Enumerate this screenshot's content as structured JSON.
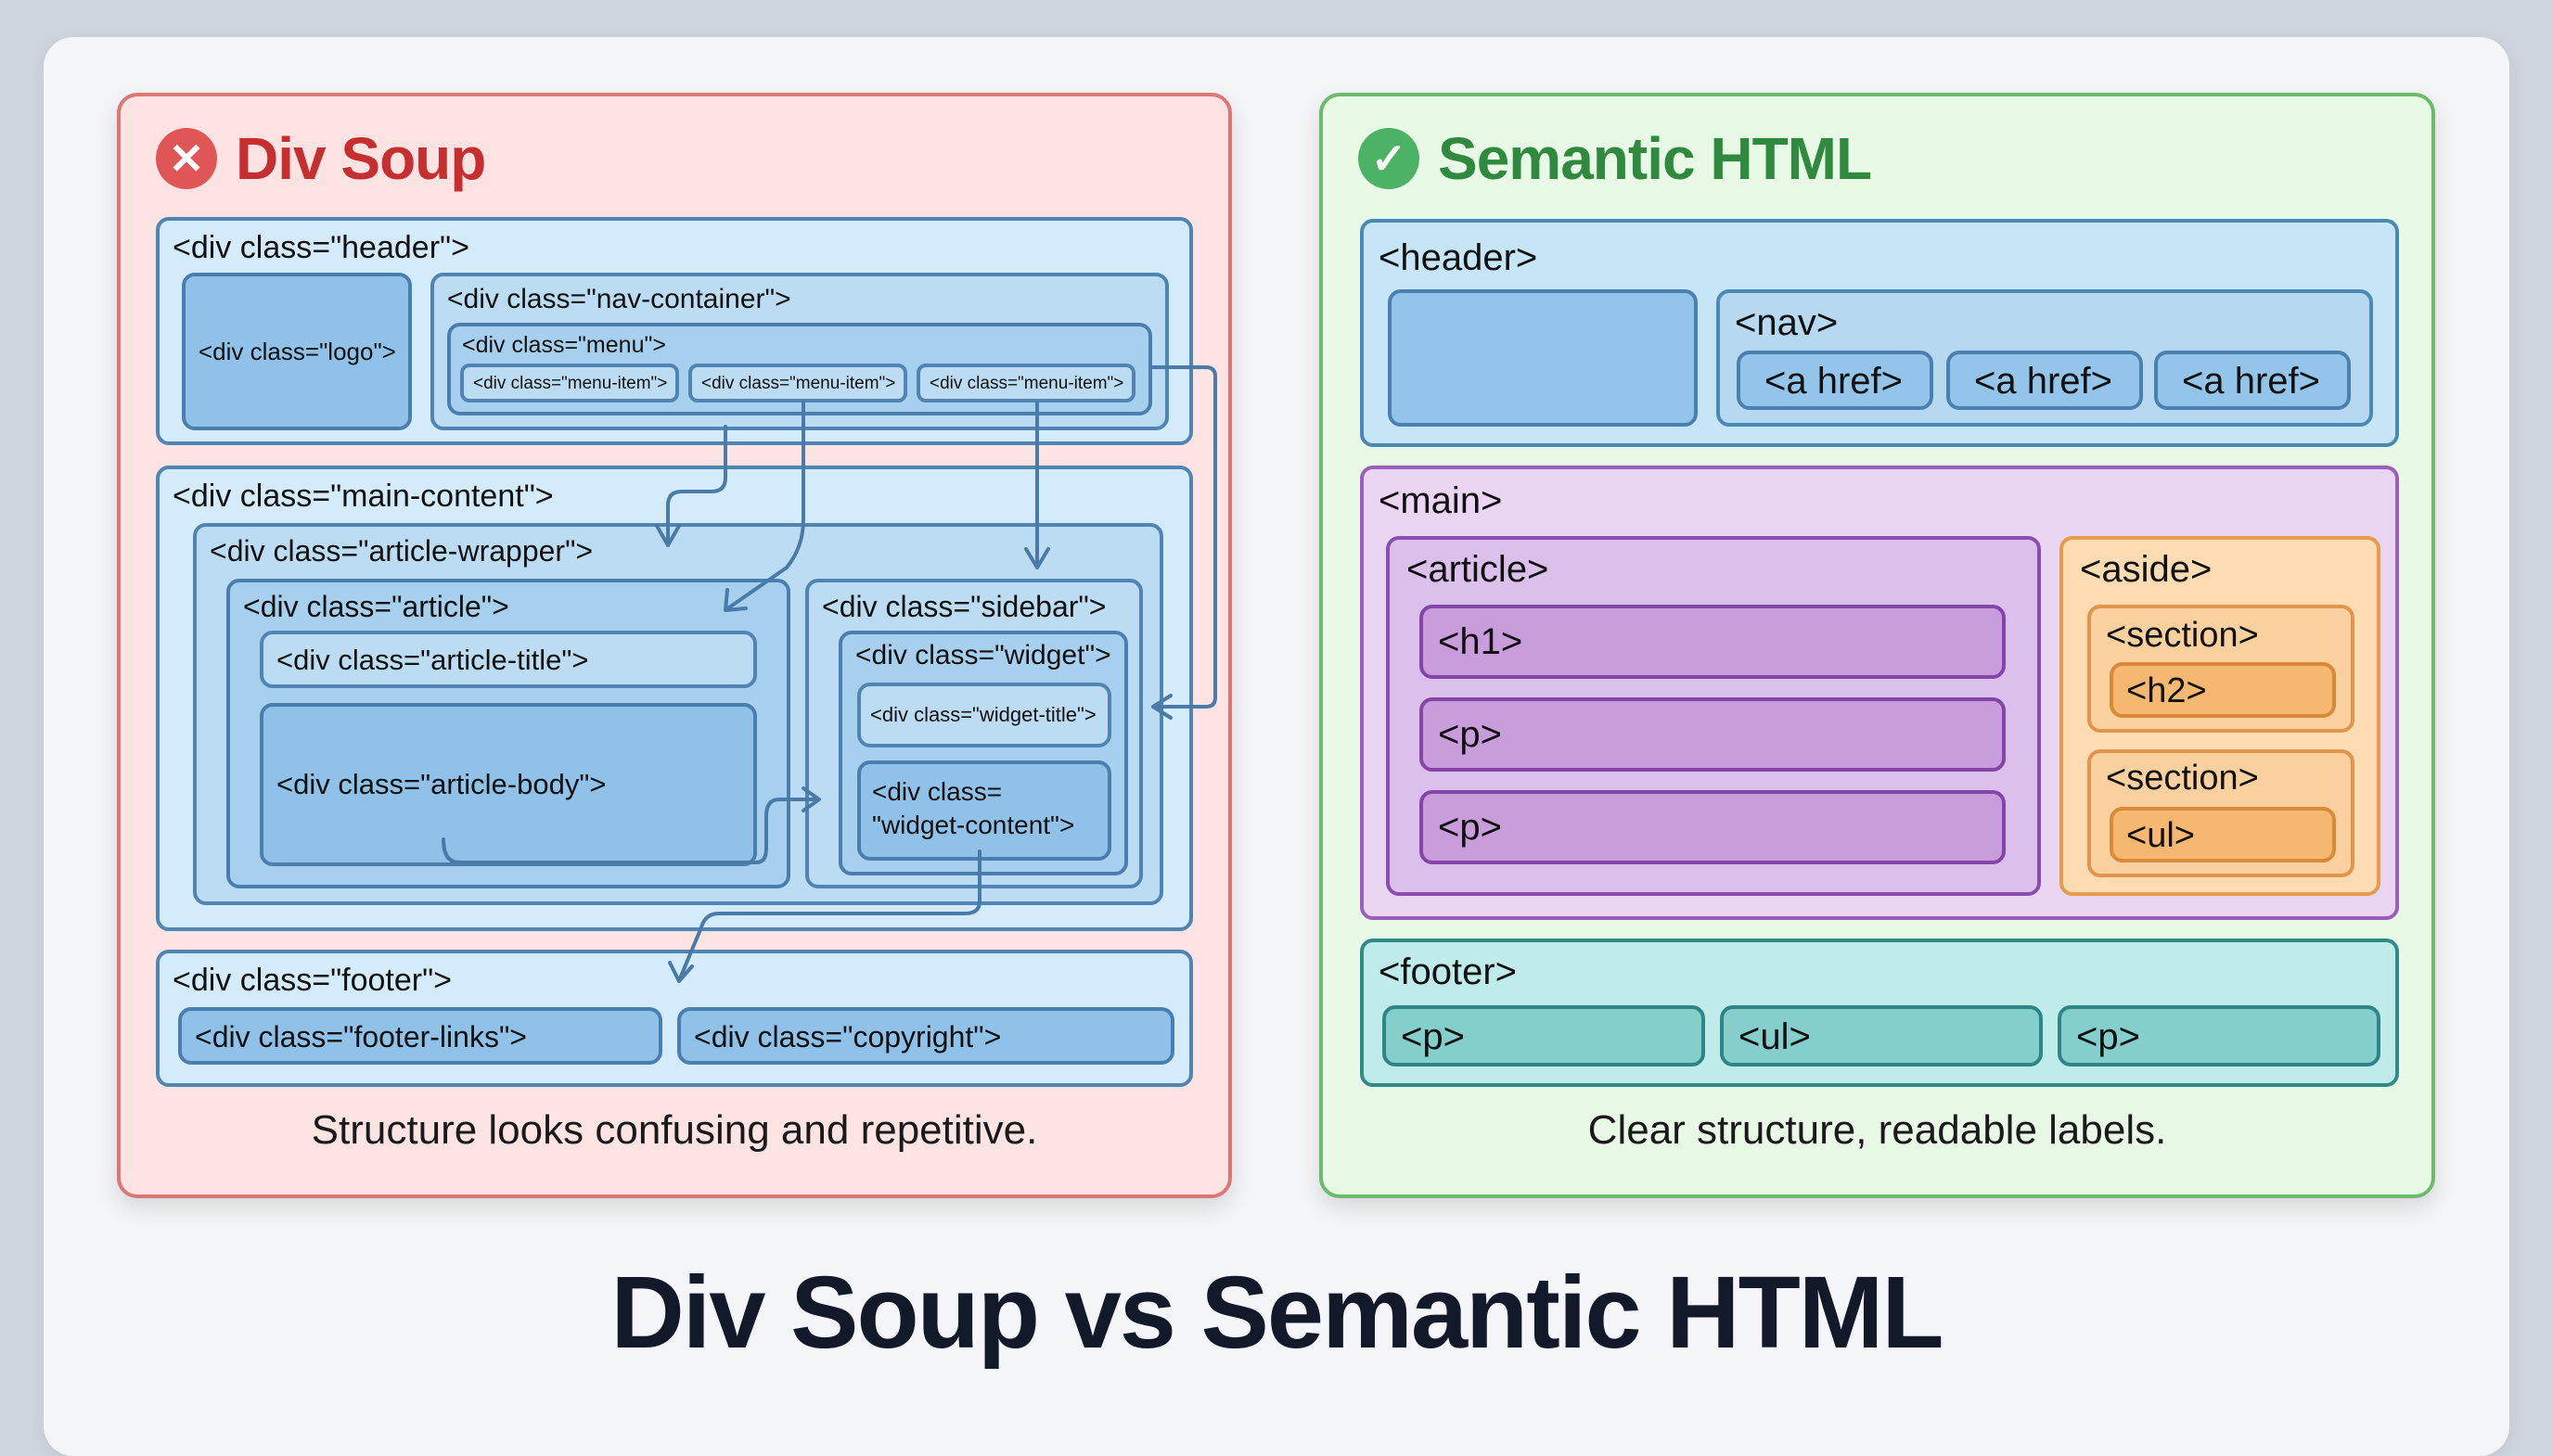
{
  "title": "Div Soup vs Semantic HTML",
  "colors": {
    "bad_accent": "#c72e30",
    "good_accent": "#2f8a3f",
    "div_blue": "#8fc1e9",
    "semantic_purple": "#c99ddc",
    "semantic_orange": "#f6b870",
    "semantic_teal": "#84cfcb"
  },
  "div_soup": {
    "heading": "Div Soup",
    "icon": "x-circle-icon",
    "caption": "Structure looks confusing and repetitive.",
    "header": "<div class=\"header\">",
    "logo": "<div class=\"logo\">",
    "nav_container": "<div class=\"nav-container\">",
    "menu": "<div class=\"menu\">",
    "menu_items": [
      "<div class=\"menu-item\">",
      "<div class=\"menu-item\">",
      "<div class=\"menu-item\">"
    ],
    "main_content": "<div class=\"main-content\">",
    "article_wrapper": "<div class=\"article-wrapper\">",
    "article": "<div class=\"article\">",
    "article_title": "<div class=\"article-title\">",
    "article_body": "<div class=\"article-body\">",
    "sidebar": "<div class=\"sidebar\">",
    "widget": "<div class=\"widget\">",
    "widget_title": "<div class=\"widget-title\">",
    "widget_content_line1": "<div class=",
    "widget_content_line2": "\"widget-content\">",
    "footer": "<div class=\"footer\">",
    "footer_links": "<div class=\"footer-links\">",
    "copyright": "<div class=\"copyright\">"
  },
  "semantic": {
    "heading": "Semantic HTML",
    "icon": "check-circle-icon",
    "caption": "Clear structure, readable labels.",
    "header": "<header>",
    "nav": "<nav>",
    "links": [
      "<a href>",
      "<a href>",
      "<a href>"
    ],
    "main": "<main>",
    "article": "<article>",
    "article_children": [
      "<h1>",
      "<p>",
      "<p>"
    ],
    "aside": "<aside>",
    "section1": "<section>",
    "section1_child": "<h2>",
    "section2": "<section>",
    "section2_child": "<ul>",
    "footer": "<footer>",
    "footer_children": [
      "<p>",
      "<ul>",
      "<p>"
    ]
  }
}
